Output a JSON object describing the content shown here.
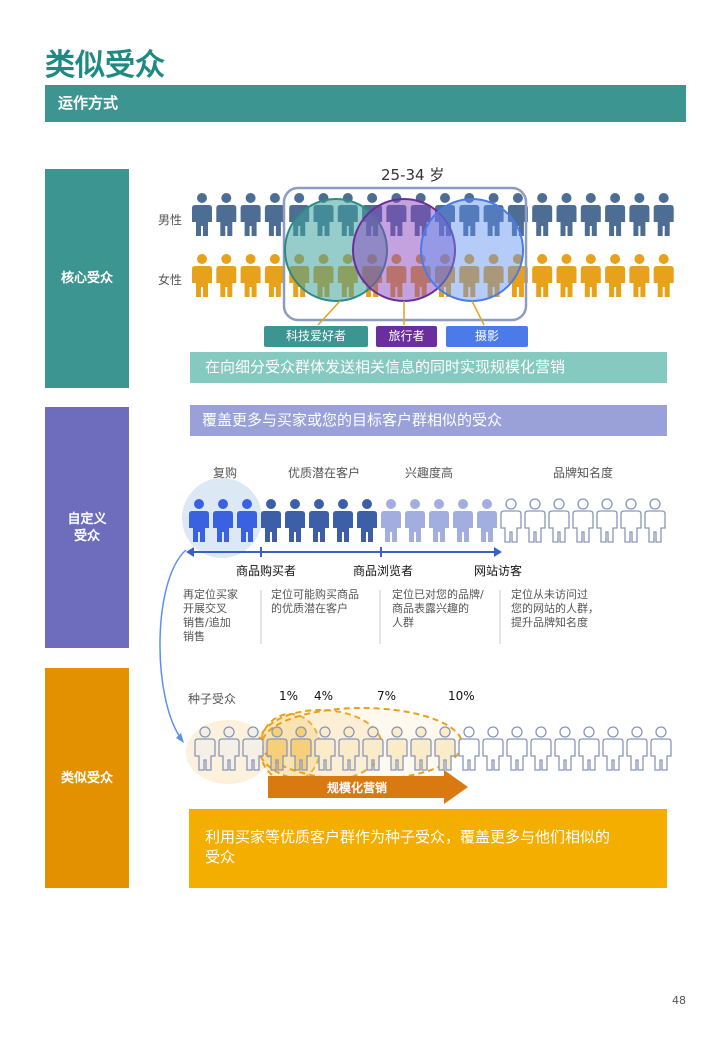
{
  "page": {
    "title": "类似受众",
    "section": "运作方式",
    "page_number": "48"
  },
  "core": {
    "block_label": "核心受众",
    "age_label": "25-34 岁",
    "row_male": "男性",
    "row_female": "女性",
    "tags": [
      "科技爱好者",
      "旅行者",
      "摄影"
    ],
    "banner": "在向细分受众群体发送相关信息的同时实现规模化营销"
  },
  "custom": {
    "block_label_line1": "自定义",
    "block_label_line2": "受众",
    "banner": "覆盖更多与买家或您的目标客户群相似的受众",
    "categories": [
      "复购",
      "优质潜在客户",
      "兴趣度高",
      "品牌知名度"
    ],
    "stages": [
      "商品购买者",
      "商品浏览者",
      "网站访客"
    ],
    "descriptions": [
      [
        "再定位买家",
        "开展交叉",
        "销售/追加",
        "销售"
      ],
      [
        "定位可能购买商品",
        "的优质潜在客户"
      ],
      [
        "定位已对您的品牌/",
        "商品表露兴趣的",
        "人群"
      ],
      [
        "定位从未访问过",
        "您的网站的人群，",
        "提升品牌知名度"
      ]
    ]
  },
  "similar": {
    "block_label": "类似受众",
    "seed_label": "种子受众",
    "percentages": [
      "1%",
      "4%",
      "7%",
      "10%"
    ],
    "arrow_label": "规模化营销",
    "banner_line1": "利用买家等优质客户群作为种子受众，覆盖更多与他们相似的",
    "banner_line2": "受众"
  },
  "colors": {
    "teal": "#3d9591",
    "purple": "#6e6dbd",
    "orange": "#e49100",
    "male_figure": "#4d6d93",
    "female_figure": "#e8a11a",
    "tag_teal": "#3d9591",
    "tag_purple": "#6a2f9c",
    "tag_blue": "#4a7be8"
  }
}
